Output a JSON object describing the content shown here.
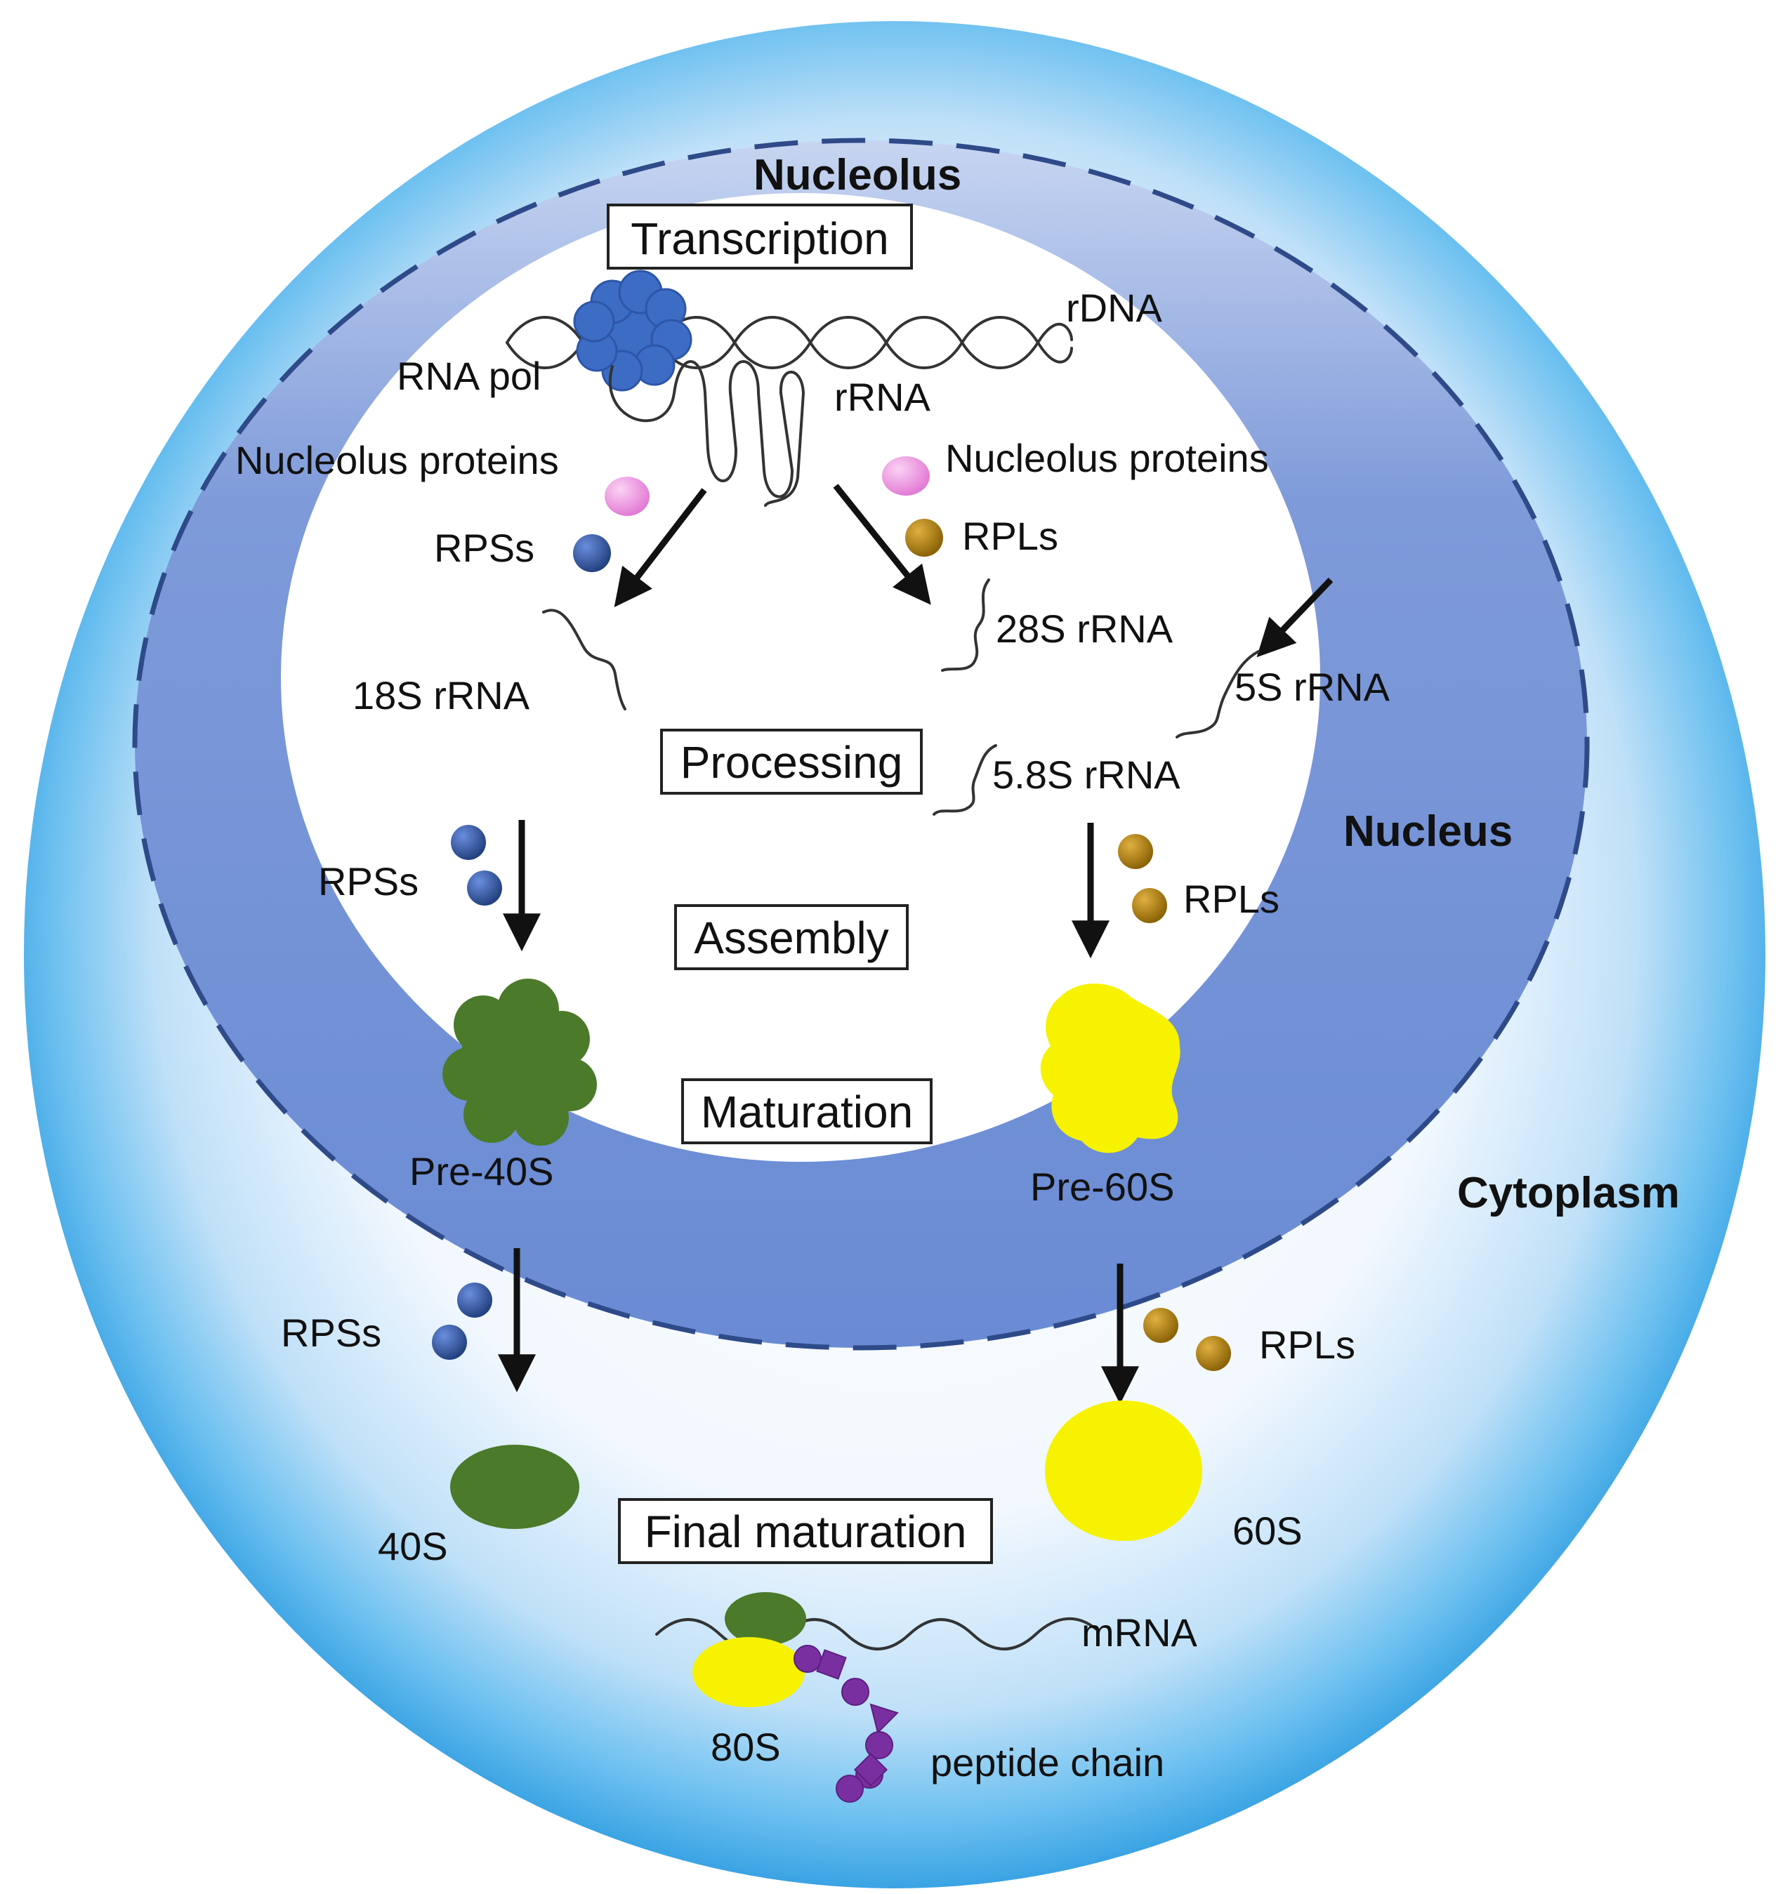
{
  "compartments": {
    "nucleolus": "Nucleolus",
    "nucleus": "Nucleus",
    "cytoplasm": "Cytoplasm"
  },
  "steps": {
    "transcription": "Transcription",
    "processing": "Processing",
    "assembly": "Assembly",
    "maturation": "Maturation",
    "final_maturation": "Final maturation"
  },
  "labels": {
    "rdna": "rDNA",
    "rna_pol": "RNA pol",
    "rrna": "rRNA",
    "nucleolus_proteins_left": "Nucleolus proteins",
    "nucleolus_proteins_right": "Nucleolus proteins",
    "rpss_1": "RPSs",
    "rpls_1": "RPLs",
    "rrna_28s": "28S rRNA",
    "rrna_18s": "18S rRNA",
    "rrna_5s": "5S rRNA",
    "rrna_58s": "5.8S rRNA",
    "rpss_2": "RPSs",
    "rpls_2": "RPLs",
    "pre40s": "Pre-40S",
    "pre60s": "Pre-60S",
    "rpss_3": "RPSs",
    "rpls_3": "RPLs",
    "s40": "40S",
    "s60": "60S",
    "mrna": "mRNA",
    "s80": "80S",
    "peptide": "peptide chain"
  },
  "colors": {
    "rna_pol": "#3d6cc4",
    "rps": "#2d4f96",
    "rpl": "#b8860b",
    "nucleolus_protein": "#ee88e0",
    "small_subunit": "#4a7a2a",
    "large_subunit": "#f6f200",
    "peptide": "#7a2fa0",
    "nucleus_ring": "#6f8fd8",
    "cytoplasm": "#5ab6ee",
    "envelope": "#2e4a88"
  }
}
